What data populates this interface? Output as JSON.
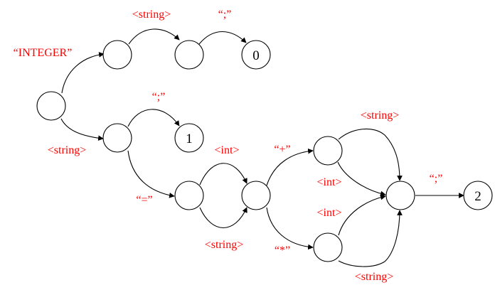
{
  "colors": {
    "edge_label": "#ff0000",
    "line": "#000000",
    "background": "#ffffff"
  },
  "final_states": {
    "f0": "0",
    "f1": "1",
    "f2": "2"
  },
  "edge_labels": {
    "integer": "“INTEGER”",
    "string_top": "<string>",
    "semicolon_top": "“;”",
    "string_left": "<string>",
    "semicolon_mid": "“;”",
    "equals": "“=”",
    "int_mid": "<int>",
    "string_loop": "<string>",
    "plus": "“+”",
    "star": "“*”",
    "string_upper": "<string>",
    "int_upper": "<int>",
    "int_lower": "<int>",
    "string_lower": "<string>",
    "semicolon_right": "“;”"
  }
}
